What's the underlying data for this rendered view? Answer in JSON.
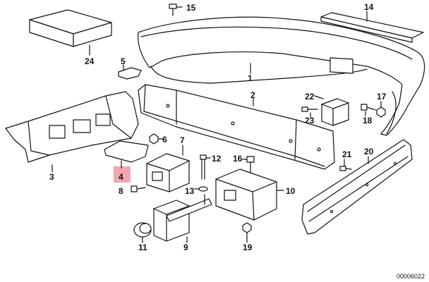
{
  "diagram": {
    "highlight_color": "#f2a7a9",
    "line_color": "#111111",
    "callouts": [
      {
        "id": "p1",
        "label": "1"
      },
      {
        "id": "p2",
        "label": "2"
      },
      {
        "id": "p3",
        "label": "3"
      },
      {
        "id": "p4",
        "label": "4",
        "highlighted": true
      },
      {
        "id": "p5",
        "label": "5"
      },
      {
        "id": "p6",
        "label": "6"
      },
      {
        "id": "p7",
        "label": "7"
      },
      {
        "id": "p8",
        "label": "8"
      },
      {
        "id": "p9",
        "label": "9"
      },
      {
        "id": "p10",
        "label": "10"
      },
      {
        "id": "p11",
        "label": "11"
      },
      {
        "id": "p12",
        "label": "12"
      },
      {
        "id": "p13",
        "label": "13"
      },
      {
        "id": "p14",
        "label": "14"
      },
      {
        "id": "p15",
        "label": "15"
      },
      {
        "id": "p16",
        "label": "16"
      },
      {
        "id": "p17",
        "label": "17"
      },
      {
        "id": "p18",
        "label": "18"
      },
      {
        "id": "p19",
        "label": "19"
      },
      {
        "id": "p20",
        "label": "20"
      },
      {
        "id": "p21",
        "label": "21"
      },
      {
        "id": "p22",
        "label": "22"
      },
      {
        "id": "p23",
        "label": "23"
      },
      {
        "id": "p24",
        "label": "24"
      }
    ],
    "diagram_code": "00006022"
  }
}
